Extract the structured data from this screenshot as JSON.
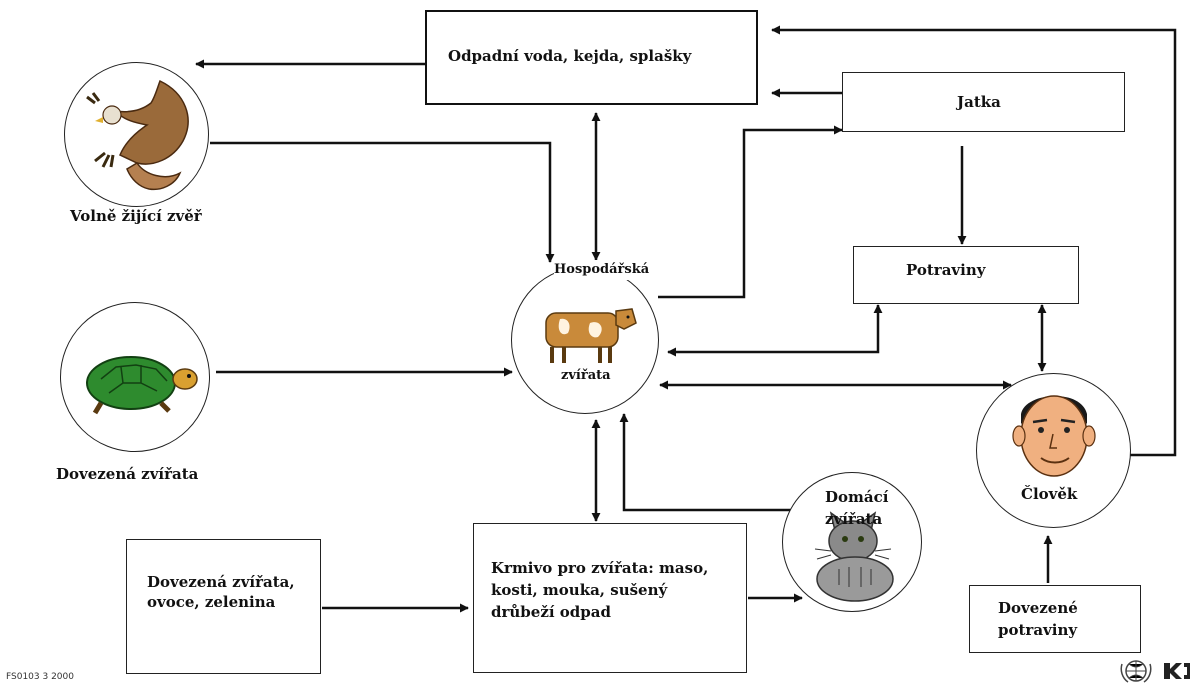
{
  "nodes": {
    "wastewater": "Odpadní voda, kejda, splašky",
    "slaughterhouse": "Jatka",
    "foods": "Potraviny",
    "wild_animals": "Volně žijící zvěř",
    "farm_animals_top": "Hospodářská",
    "farm_animals_bottom": "zvířata",
    "imported_animals": "Dovezená zvířata",
    "human": "Člověk",
    "pets_line1": "Domácí",
    "pets_line2": "zvířata",
    "imported_goods_line1": "Dovezená zvířata,",
    "imported_goods_line2": "ovoce, zelenina",
    "feed_line1": "Krmivo pro zvířata: maso,",
    "feed_line2": "kosti, mouka, sušený",
    "feed_line3": "drůbeží odpad",
    "imported_food_line1": "Dovezené",
    "imported_food_line2": "potraviny"
  },
  "footer": {
    "code": "FS0103 3   2000"
  },
  "icons": {
    "eagle": "eagle-icon",
    "turtle": "turtle-icon",
    "cow": "cow-icon",
    "cat": "cat-icon",
    "man": "man-face-icon",
    "who": "who-emblem-icon"
  },
  "colors": {
    "line": "#111111",
    "turtle_shell": "#2e8b2e",
    "cow": "#c98a3a",
    "skin": "#f0b080",
    "cat": "#8a8a8a",
    "eagle": "#9a6a3a"
  }
}
